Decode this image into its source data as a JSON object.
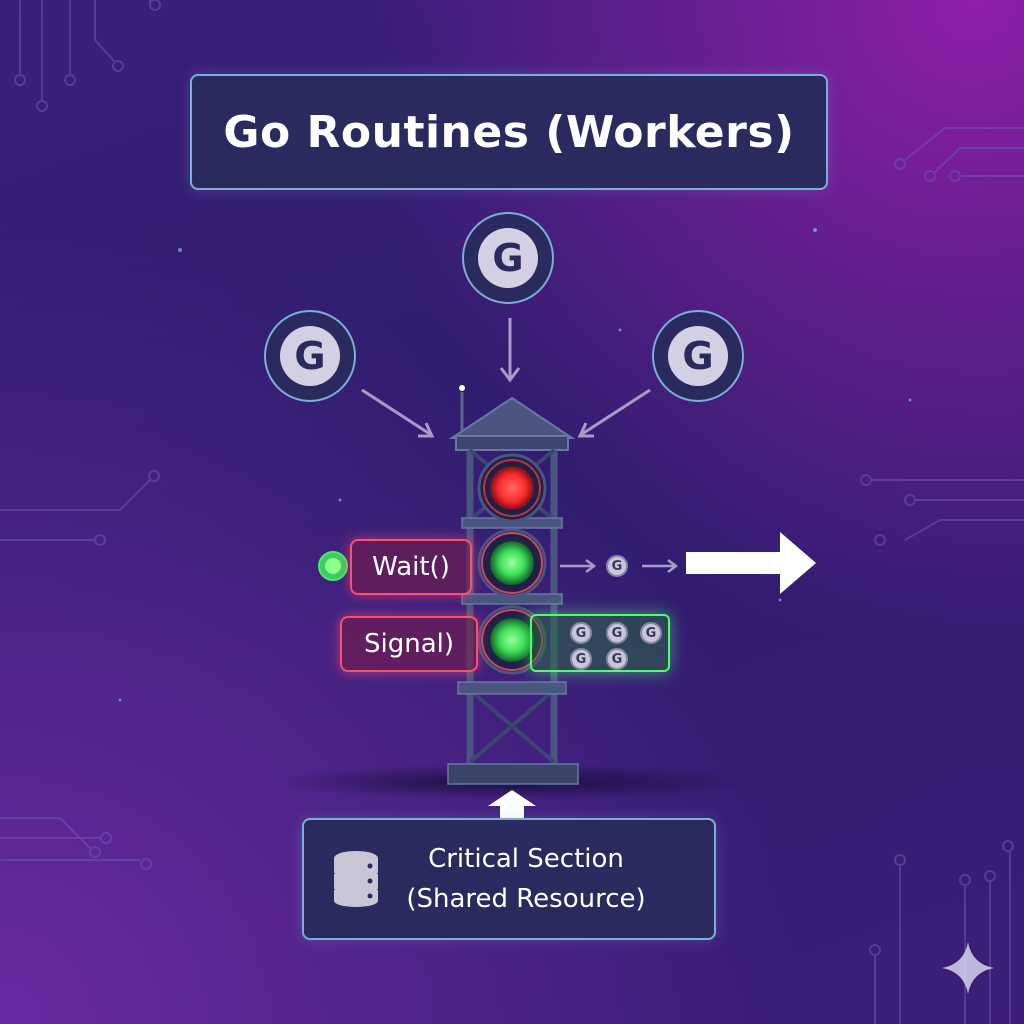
{
  "title": "Go Routines (Workers)",
  "worker_glyph": "G",
  "wait_label": "Wait()",
  "signal_label": "Signal)",
  "resource": {
    "line1": "Critical Section",
    "line2": "(Shared Resource)",
    "icon": "database-icon"
  },
  "icons": [
    "goroutine-icon",
    "traffic-light-tower",
    "arrow-right-icon",
    "arrow-up-icon",
    "sparkle-icon",
    "circuit-trace"
  ],
  "colors": {
    "red_light": "#ff3b3b",
    "green_light": "#4dff6e",
    "panel_border": "#7ab0d8",
    "panel_fill": "#2a2a5e",
    "tower": "#4a5580"
  }
}
